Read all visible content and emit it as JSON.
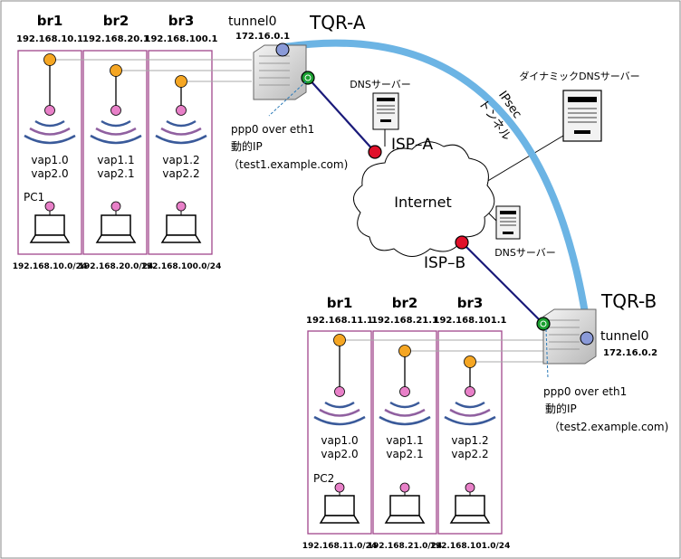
{
  "colors": {
    "bridge_box": "#a0468c",
    "ipsec_tunnel": "#6cb4e4",
    "isp_line": "#1a1a7a",
    "orange_node": "#f5a623",
    "blue_node": "#8a9ad8",
    "green_node": "#1aa030",
    "red_node": "#e0102a",
    "pink_node": "#e880c8",
    "wifi_blue": "#3a5a9a",
    "wifi_purple": "#9060a0"
  },
  "site_a": {
    "router_name": "TQR-A",
    "tunnel_label": "tunnel0",
    "tunnel_ip": "172.16.0.1",
    "ppp_label": "ppp0 over eth1",
    "dyn_ip_label": "動的IP",
    "hostname": "（test1.example.com)",
    "isp_label": "ISP–A",
    "pc_label": "PC1",
    "bridges": [
      {
        "name": "br1",
        "ip": "192.168.10.1",
        "vap1": "vap1.0",
        "vap2": "vap2.0",
        "subnet": "192.168.10.0/24"
      },
      {
        "name": "br2",
        "ip": "192.168.20.1",
        "vap1": "vap1.1",
        "vap2": "vap2.1",
        "subnet": "192.168.20.0/24"
      },
      {
        "name": "br3",
        "ip": "192.168.100.1",
        "vap1": "vap1.2",
        "vap2": "vap2.2",
        "subnet": "192.168.100.0/24"
      }
    ]
  },
  "site_b": {
    "router_name": "TQR-B",
    "tunnel_label": "tunnel0",
    "tunnel_ip": "172.16.0.2",
    "ppp_label": "ppp0 over eth1",
    "dyn_ip_label": "動的IP",
    "hostname": "（test2.example.com)",
    "isp_label": "ISP–B",
    "pc_label": "PC2",
    "bridges": [
      {
        "name": "br1",
        "ip": "192.168.11.1",
        "vap1": "vap1.0",
        "vap2": "vap2.0",
        "subnet": "192.168.11.0/24"
      },
      {
        "name": "br2",
        "ip": "192.168.21.1",
        "vap1": "vap1.1",
        "vap2": "vap2.1",
        "subnet": "192.168.21.0/24"
      },
      {
        "name": "br3",
        "ip": "192.168.101.1",
        "vap1": "vap1.2",
        "vap2": "vap2.2",
        "subnet": "192.168.101.0/24"
      }
    ]
  },
  "internet_label": "Internet",
  "dns_server_a": "DNSサーバー",
  "dns_server_b": "DNSサーバー",
  "ddns_server": "ダイナミックDNSサーバー",
  "ipsec_label_1": "IPsec",
  "ipsec_label_2": "トンネル"
}
